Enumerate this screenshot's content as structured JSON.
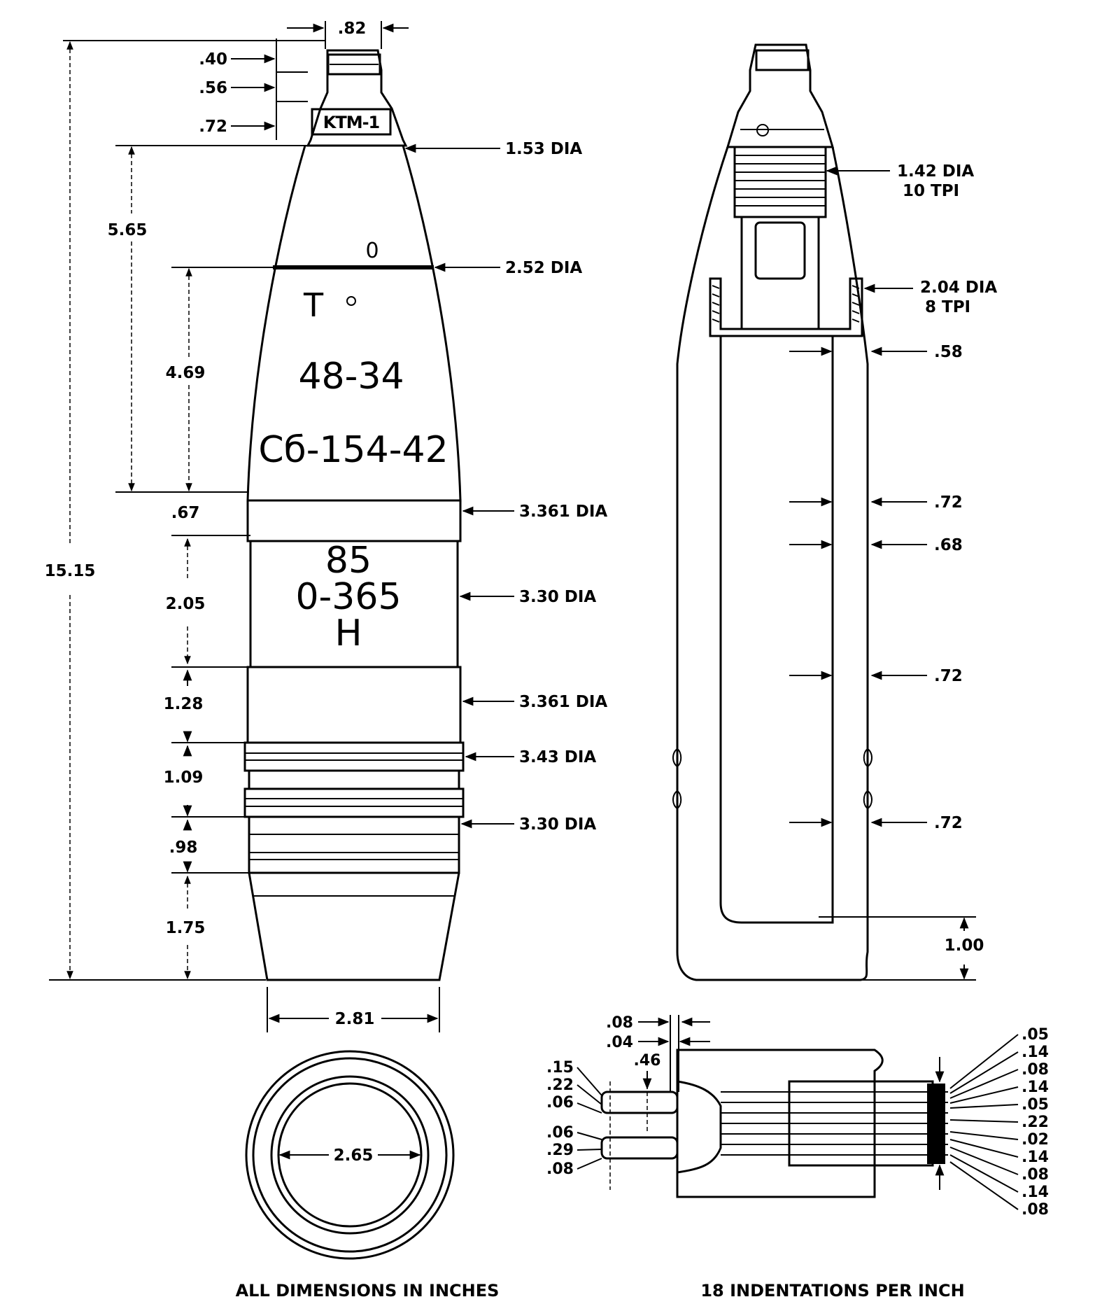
{
  "side_view": {
    "dims_top": [
      ".82",
      ".40",
      ".56",
      ".72"
    ],
    "fuze_marking": "KTM-1",
    "dia_labels": [
      "1.53 DIA",
      "2.52 DIA",
      "3.361 DIA",
      "3.30 DIA",
      "3.361 DIA",
      "3.43 DIA",
      "3.30 DIA"
    ],
    "vertical_dims": [
      "5.65",
      "4.69",
      ".67",
      "2.05",
      "1.28",
      "1.09",
      ".98",
      "1.75",
      "15.15"
    ],
    "base_width": "2.81",
    "body_markings": [
      "0",
      "T",
      "48-34",
      "Сб-154-42",
      "85",
      "0-365",
      "H"
    ]
  },
  "section_view": {
    "labels": [
      ".58",
      ".72",
      ".68",
      ".72",
      ".72",
      "1.00"
    ],
    "thread_1_line1": "1.42 DIA",
    "thread_1_line2": "10 TPI",
    "thread_2_line1": "2.04 DIA",
    "thread_2_line2": "8 TPI"
  },
  "band_detail": {
    "left_labels": [
      ".08",
      ".04",
      ".46",
      ".15",
      ".22",
      ".06",
      ".06",
      ".29",
      ".08"
    ],
    "right_labels": [
      ".05",
      ".14",
      ".08",
      ".14",
      ".05",
      ".22",
      ".02",
      ".14",
      ".08",
      ".14",
      ".08"
    ]
  },
  "base_view": {
    "inner_dia": "2.65"
  },
  "captions": {
    "left": "ALL DIMENSIONS IN INCHES",
    "right": "18 INDENTATIONS PER INCH"
  }
}
